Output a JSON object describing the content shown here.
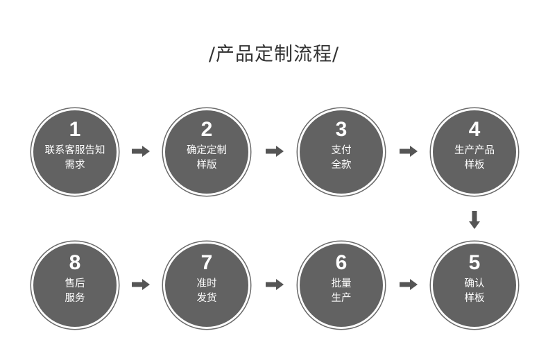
{
  "title": "/产品定制流程/",
  "steps": [
    {
      "number": "1",
      "line1": "联系客服告知",
      "line2": "需求"
    },
    {
      "number": "2",
      "line1": "确定定制",
      "line2": "样版"
    },
    {
      "number": "3",
      "line1": "支付",
      "line2": "全款"
    },
    {
      "number": "4",
      "line1": "生产产品",
      "line2": "样板"
    },
    {
      "number": "5",
      "line1": "确认",
      "line2": "样板"
    },
    {
      "number": "6",
      "line1": "批量",
      "line2": "生产"
    },
    {
      "number": "7",
      "line1": "准时",
      "line2": "发货"
    },
    {
      "number": "8",
      "line1": "售后",
      "line2": "服务"
    }
  ],
  "colors": {
    "circle": "#626262",
    "arrow": "#555555",
    "ring": "#6a6a6a"
  },
  "icons": {
    "arrow_right": "arrow-right-icon",
    "arrow_down": "arrow-down-icon"
  }
}
